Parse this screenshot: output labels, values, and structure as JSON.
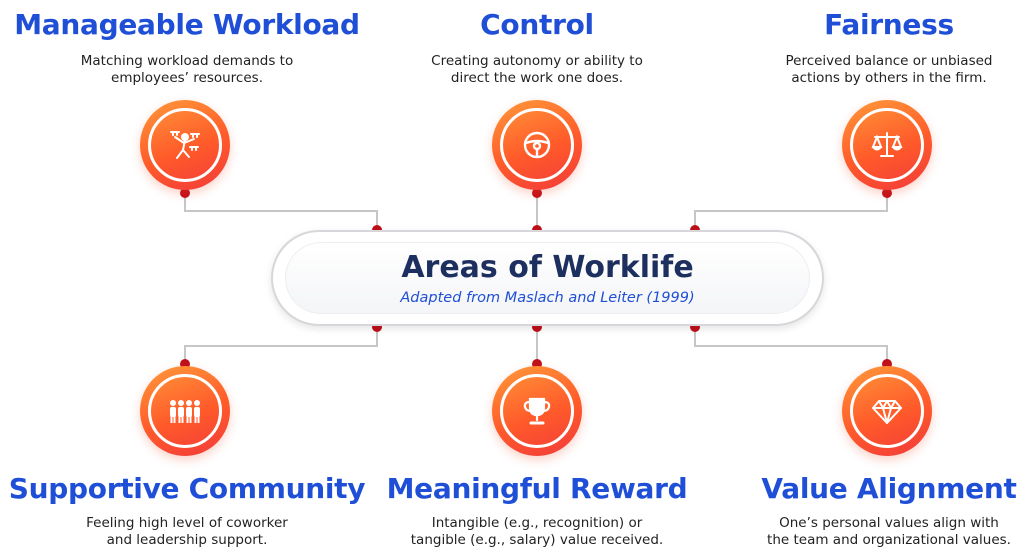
{
  "center": {
    "title": "Areas of Worklife",
    "subtitle": "Adapted from Maslach and Leiter (1999)"
  },
  "areas": [
    {
      "title": "Manageable Workload",
      "line1": "Matching workload demands to",
      "line2": "employees’ resources.",
      "icon": "juggling-person-icon"
    },
    {
      "title": "Control",
      "line1": "Creating autonomy or ability to",
      "line2": "direct the work one does.",
      "icon": "steering-wheel-icon"
    },
    {
      "title": "Fairness",
      "line1": "Perceived balance or unbiased",
      "line2": "actions by others in the firm.",
      "icon": "balance-scale-icon"
    },
    {
      "title": "Supportive Community",
      "line1": "Feeling high level of coworker",
      "line2": "and leadership support.",
      "icon": "group-people-icon"
    },
    {
      "title": "Meaningful Reward",
      "line1": "Intangible (e.g., recognition) or",
      "line2": "tangible (e.g., salary) value received.",
      "icon": "trophy-icon"
    },
    {
      "title": "Value Alignment",
      "line1": "One’s personal values align with",
      "line2": "the team and organizational values.",
      "icon": "diamond-icon"
    }
  ],
  "colors": {
    "heading": "#1f4fd6",
    "center_title": "#1c2f5e",
    "connector": "#c6c6c6",
    "dot": "#c0101a",
    "circle_gradient": [
      "#ff9a3a",
      "#f23a3a"
    ]
  }
}
